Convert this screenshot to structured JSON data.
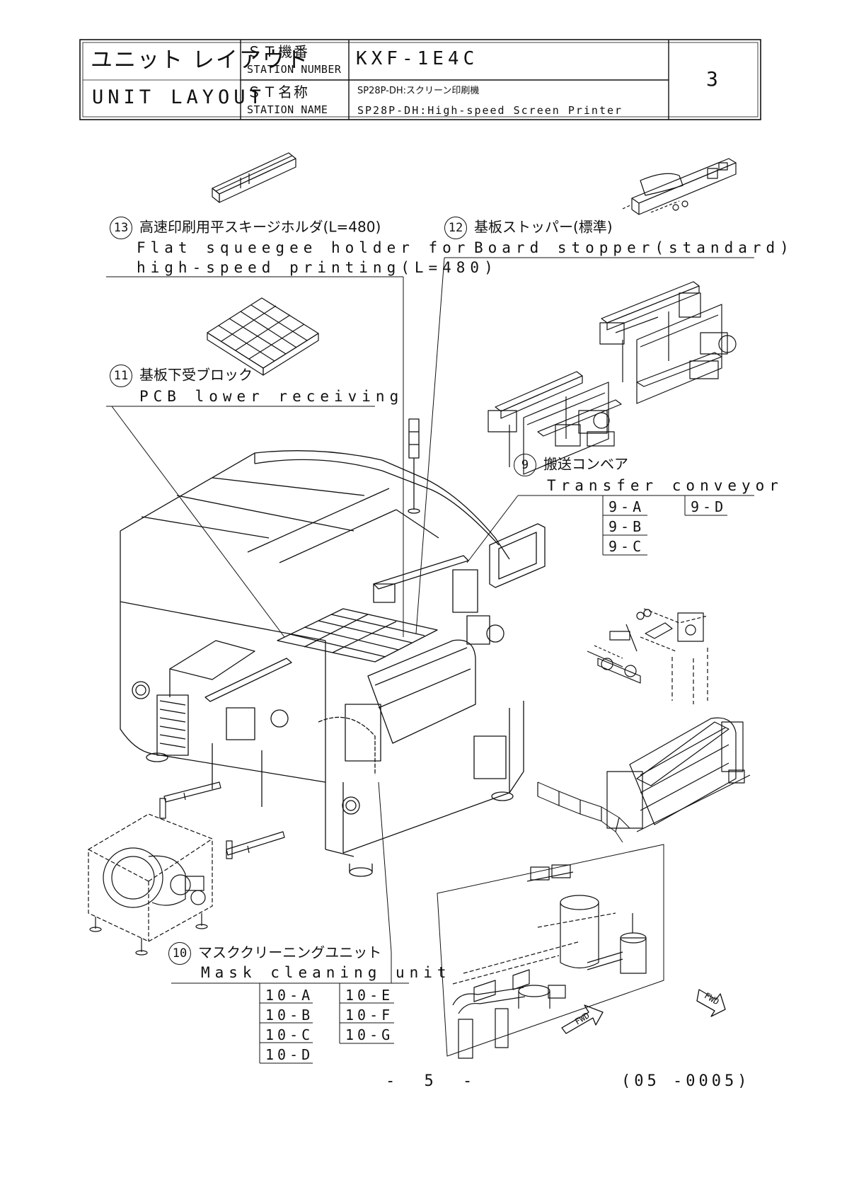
{
  "title_block": {
    "layout_jp": "ユニット レイアウト",
    "layout_en": "UNIT LAYOUT",
    "st_number_jp": "ＳＴ機番",
    "st_number_en": "STATION NUMBER",
    "st_number_value": "KXF-1E4C",
    "st_name_jp": "ＳＴ名称",
    "st_name_en": "STATION NAME",
    "st_name_value_jp": "SP28P-DH:スクリーン印刷機",
    "st_name_value_en": "SP28P-DH:High-speed Screen Printer",
    "sheet_no": "3"
  },
  "callouts": [
    {
      "num": "13",
      "jp": "高速印刷用平スキージホルダ(L=480)",
      "en_line1": "Flat squeegee holder for",
      "en_line2": "high-speed printing(L=480)"
    },
    {
      "num": "12",
      "jp": "基板ストッパー(標準)",
      "en_line1": "Board stopper(standard)"
    },
    {
      "num": "11",
      "jp": "基板下受ブロック",
      "en_line1": "PCB lower receiving"
    },
    {
      "num": "9",
      "jp": "搬送コンベア",
      "en_line1": "Transfer conveyor",
      "codes": [
        "9-A",
        "9-B",
        "9-C",
        "9-D"
      ]
    },
    {
      "num": "10",
      "jp": "マスククリーニングユニット",
      "en_line1": "Mask cleaning unit",
      "codes": [
        "10-A",
        "10-B",
        "10-C",
        "10-D",
        "10-E",
        "10-F",
        "10-G"
      ]
    }
  ],
  "arrows": {
    "fwd1": "FWD",
    "fwd2": "FWD"
  },
  "footer": {
    "page": "- 5 -",
    "code": "(05 -0005)"
  }
}
